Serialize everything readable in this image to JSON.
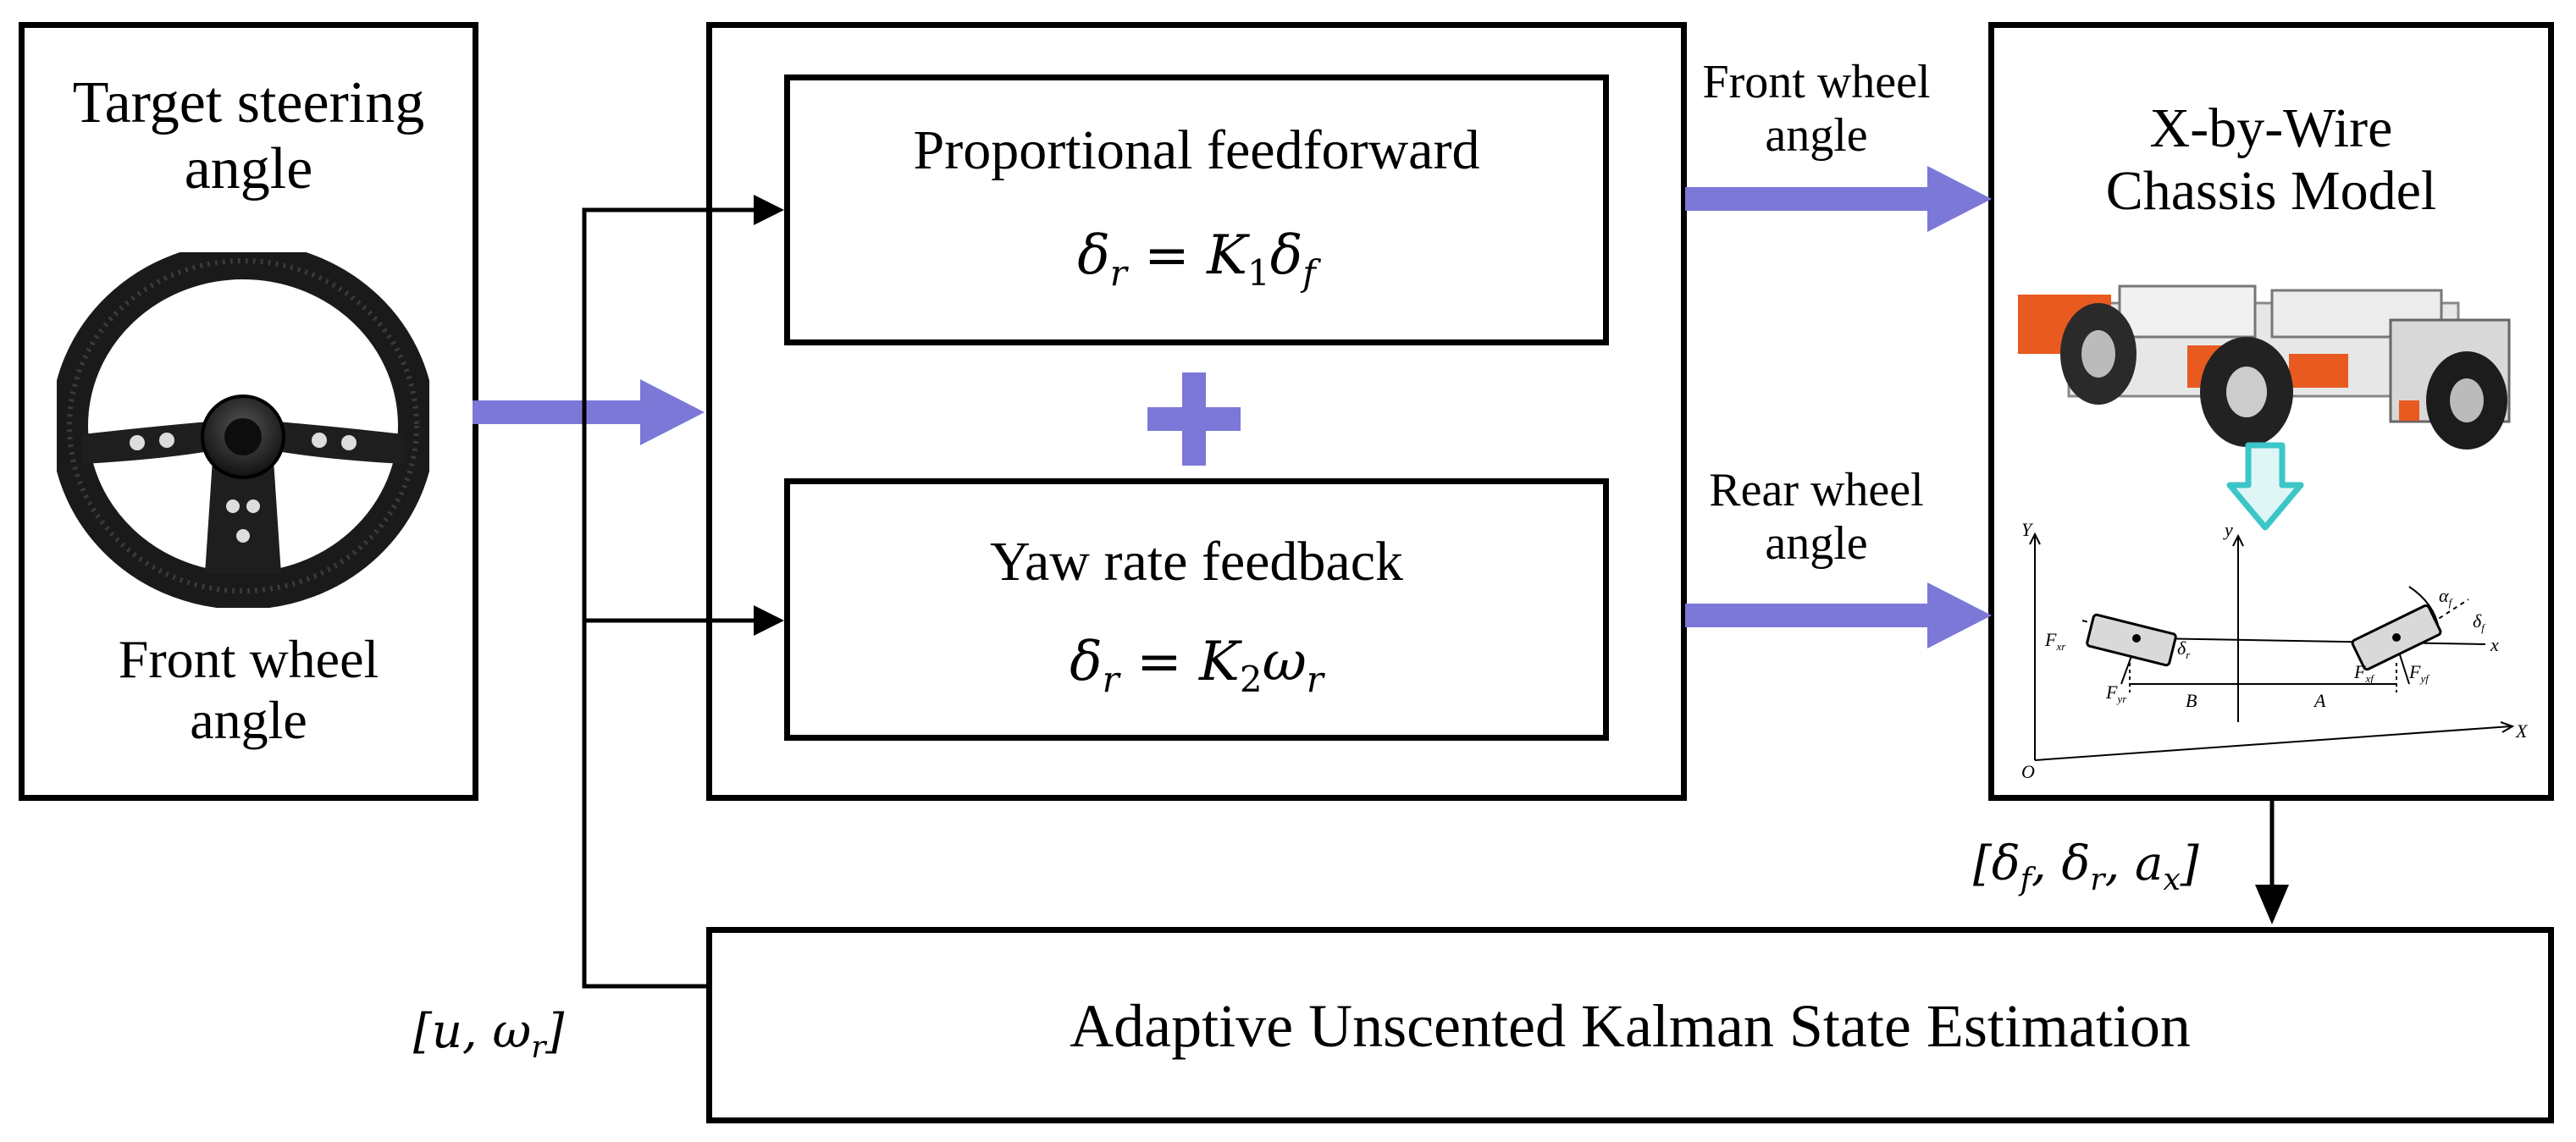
{
  "input_block": {
    "title_line1": "Target steering",
    "title_line2": "angle",
    "bottom_line1": "Front wheel",
    "bottom_line2": "angle",
    "icon": "steering-wheel-icon"
  },
  "controller": {
    "feedforward_title": "Proportional feedforward",
    "feedforward_eq_lhs": "δ",
    "feedforward_eq_lhs_sub": "r",
    "feedforward_eq_rhs": "K",
    "feedforward_eq_rhs_sub": "1",
    "feedforward_eq_var": "δ",
    "feedforward_eq_var_sub": "f",
    "plus_symbol": "+",
    "feedback_title": "Yaw rate feedback",
    "feedback_eq_lhs": "δ",
    "feedback_eq_lhs_sub": "r",
    "feedback_eq_rhs": "K",
    "feedback_eq_rhs_sub": "2",
    "feedback_eq_var": "ω",
    "feedback_eq_var_sub": "r"
  },
  "arrows": {
    "front_label_line1": "Front wheel",
    "front_label_line2": "angle",
    "rear_label_line1": "Rear wheel",
    "rear_label_line2": "angle",
    "output_vector": "[δ",
    "output_vector_sub1": "f",
    "output_vector_mid1": ", δ",
    "output_vector_sub2": "r",
    "output_vector_mid2": ", a",
    "output_vector_sub3": "x",
    "output_vector_end": "]",
    "feedback_vector": "[u, ω",
    "feedback_vector_sub": "r",
    "feedback_vector_end": "]"
  },
  "chassis": {
    "title_line1": "X-by-Wire",
    "title_line2": "Chassis Model",
    "icon_vehicle": "vehicle-chassis-icon",
    "icon_down": "arrow-down-icon",
    "model_labels": {
      "Y": "Y",
      "X": "X",
      "y": "y",
      "x": "x",
      "O": "O",
      "A": "A",
      "B": "B",
      "Fyr": "F",
      "Fyr_sub": "yr",
      "Fxr": "F",
      "Fxr_sub": "xr",
      "Fyf": "F",
      "Fyf_sub": "yf",
      "Fxf": "F",
      "Fxf_sub": "xf",
      "alpha_f": "α",
      "alpha_f_sub": "f",
      "delta_f": "δ",
      "delta_f_sub": "f",
      "delta_r": "δ",
      "delta_r_sub": "r"
    }
  },
  "estimator": {
    "title": "Adaptive Unscented Kalman State Estimation"
  },
  "colors": {
    "flow_arrow": "#7b78d8",
    "plus": "#7b78d8",
    "down_arrow": "#3cc6c8",
    "line": "#000000"
  }
}
